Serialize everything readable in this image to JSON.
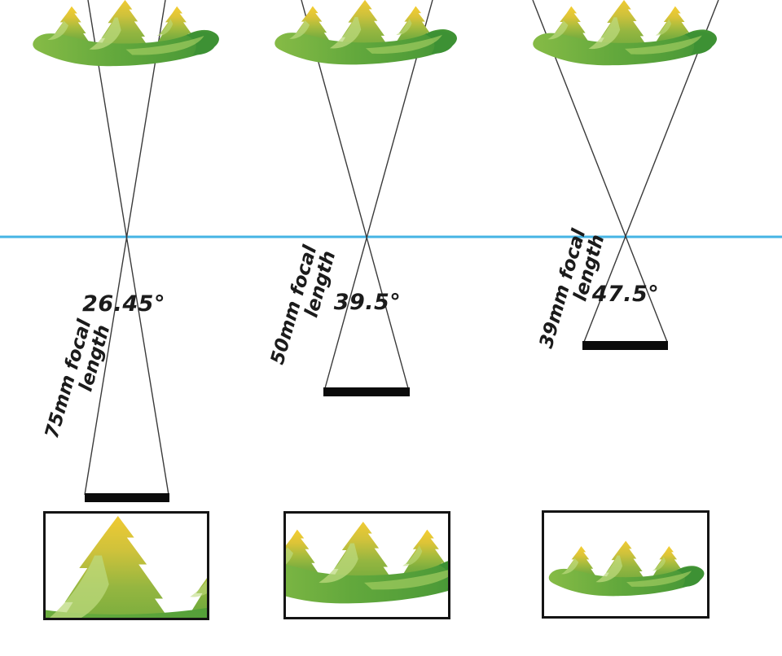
{
  "diagram": {
    "description": "Focal length vs field of view comparison diagram",
    "horizon_color": "#45B4E4",
    "ray_color": "#3a3a3a",
    "sensor_color": "#0b0b0b",
    "columns": [
      {
        "focal_label_line1": "75mm focal",
        "focal_label_line2": "length",
        "angle": "26.45°",
        "angle_value_deg": 26.45,
        "focal_length_mm": 75
      },
      {
        "focal_label_line1": "50mm focal",
        "focal_label_line2": "length",
        "angle": "39.5°",
        "angle_value_deg": 39.5,
        "focal_length_mm": 50
      },
      {
        "focal_label_line1": "39mm focal",
        "focal_label_line2": "length",
        "angle": "47.5°",
        "angle_value_deg": 47.5,
        "focal_length_mm": 39
      }
    ],
    "mountain_palette": {
      "peak_top": "#F2CB33",
      "peak_mid": "#A8BC3D",
      "peak_base": "#6BA83C",
      "ground_light": "#86BB46",
      "ground_dark": "#3D9134",
      "highlight": "#BCDA7D"
    }
  }
}
